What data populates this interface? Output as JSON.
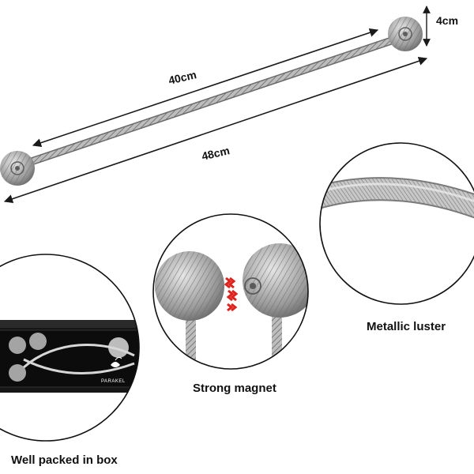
{
  "dimensions": {
    "length_inner": "40cm",
    "length_total": "48cm",
    "head_diameter": "4cm"
  },
  "features": {
    "metallic_luster": "Metallic luster",
    "strong_magnet": "Strong magnet",
    "well_packed": "Well packed in box"
  },
  "box": {
    "brand": "PARAKEL"
  },
  "colors": {
    "rope": "#b9b9b9",
    "rope_dark": "#6f6f6f",
    "box": "#161616",
    "arrow": "#1a1a1a",
    "magnet_accent": "#e0201b"
  },
  "icons": [
    "tieback-rod-icon",
    "magnet-zigzag-icon",
    "flower-logo-icon"
  ]
}
